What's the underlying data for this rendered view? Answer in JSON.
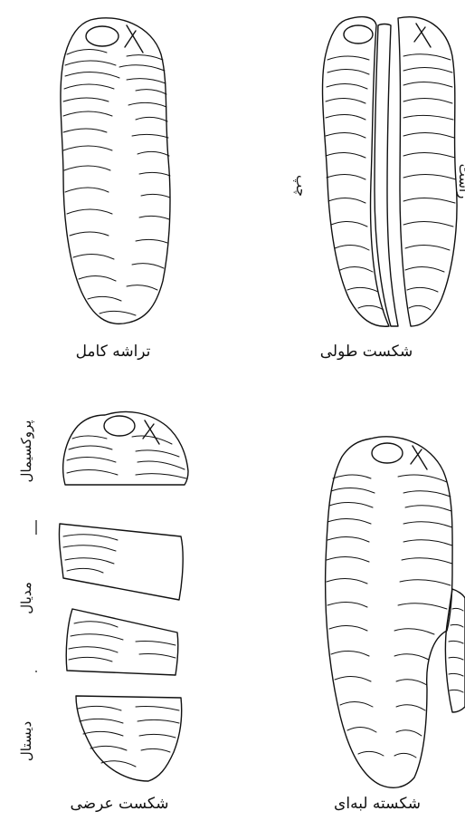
{
  "panels": {
    "top_right": {
      "caption": "شکست طولی",
      "left_side_label": "چپ",
      "right_side_label": "راست"
    },
    "top_left": {
      "caption": "تراشه کامل"
    },
    "bottom_right": {
      "caption": "شکسته لبه‌ای"
    },
    "bottom_left": {
      "caption": "شکست عرضی",
      "segment_labels": [
        "پروکسیمال",
        "مدیال",
        "دیستال"
      ]
    }
  }
}
